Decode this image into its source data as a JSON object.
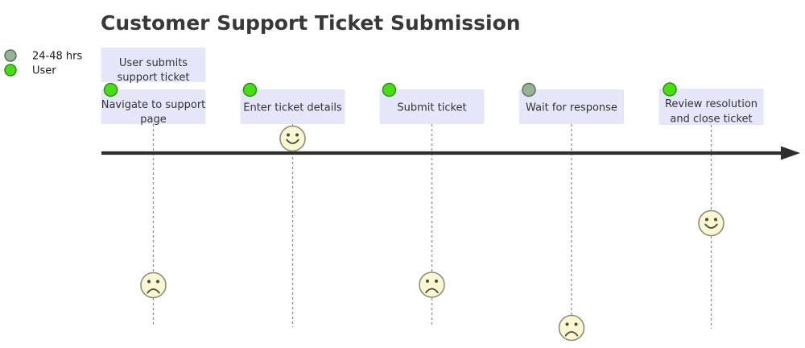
{
  "title": "Customer Support Ticket Submission",
  "legend": {
    "items": [
      {
        "label": "24-48 hrs",
        "color": "#94b494"
      },
      {
        "label": "User",
        "color": "#45e010"
      }
    ]
  },
  "section": {
    "label": "User submits support ticket",
    "lines": [
      "User submits",
      "support ticket"
    ]
  },
  "tasks": [
    {
      "label": "Navigate to support page",
      "lines": [
        "Navigate to support",
        "page"
      ],
      "actor": "User",
      "mood": "sad"
    },
    {
      "label": "Enter ticket details",
      "lines": [
        "Enter ticket details"
      ],
      "actor": "User",
      "mood": "happy"
    },
    {
      "label": "Submit ticket",
      "lines": [
        "Submit ticket"
      ],
      "actor": "User",
      "mood": "sad"
    },
    {
      "label": "Wait for response",
      "lines": [
        "Wait for response"
      ],
      "actor": "24-48 hrs",
      "mood": "sad"
    },
    {
      "label": "Review resolution and close ticket",
      "lines": [
        "Review resolution",
        "and close ticket"
      ],
      "actor": "User",
      "mood": "happy"
    }
  ],
  "colors": {
    "box_fill": "#e6e6fa",
    "actor_primary": "#45e010",
    "actor_primary_stroke": "#338a1a",
    "actor_secondary": "#94b494",
    "actor_secondary_stroke": "#5e6f5e",
    "face_fill": "#fbf7d0",
    "axis": "#2e2e2e"
  }
}
